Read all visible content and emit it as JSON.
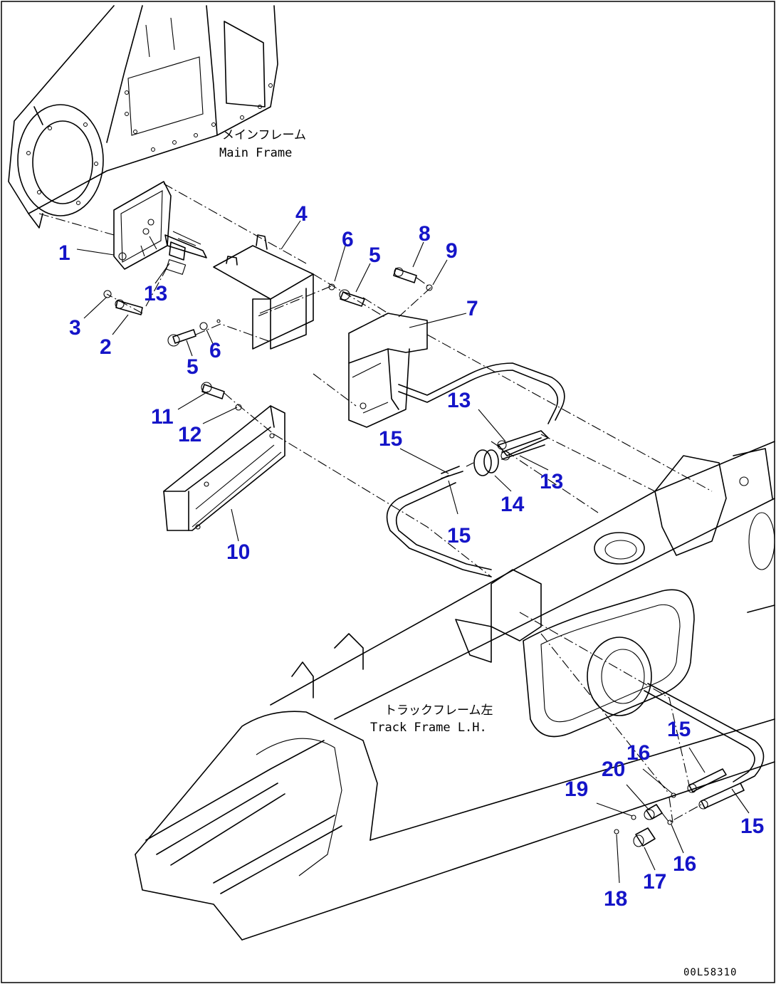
{
  "labels": {
    "main_frame_jp": "メインフレーム",
    "main_frame_en": "Main Frame",
    "track_frame_jp": "トラックフレーム左",
    "track_frame_en": "Track Frame L.H.",
    "drawing_code": "00L58310"
  },
  "callouts": {
    "c1": "1",
    "c2": "2",
    "c3": "3",
    "c4": "4",
    "c5a": "5",
    "c5b": "5",
    "c6a": "6",
    "c6b": "6",
    "c7": "7",
    "c8": "8",
    "c9": "9",
    "c10": "10",
    "c11": "11",
    "c12": "12",
    "c13a": "13",
    "c13b": "13",
    "c13c": "13",
    "c14": "14",
    "c15a": "15",
    "c15b": "15",
    "c15c": "15",
    "c15d": "15",
    "c16a": "16",
    "c16b": "16",
    "c17": "17",
    "c18": "18",
    "c19": "19",
    "c20": "20"
  },
  "colors": {
    "callout": "#1515c8",
    "line": "#000000",
    "background": "#ffffff"
  }
}
